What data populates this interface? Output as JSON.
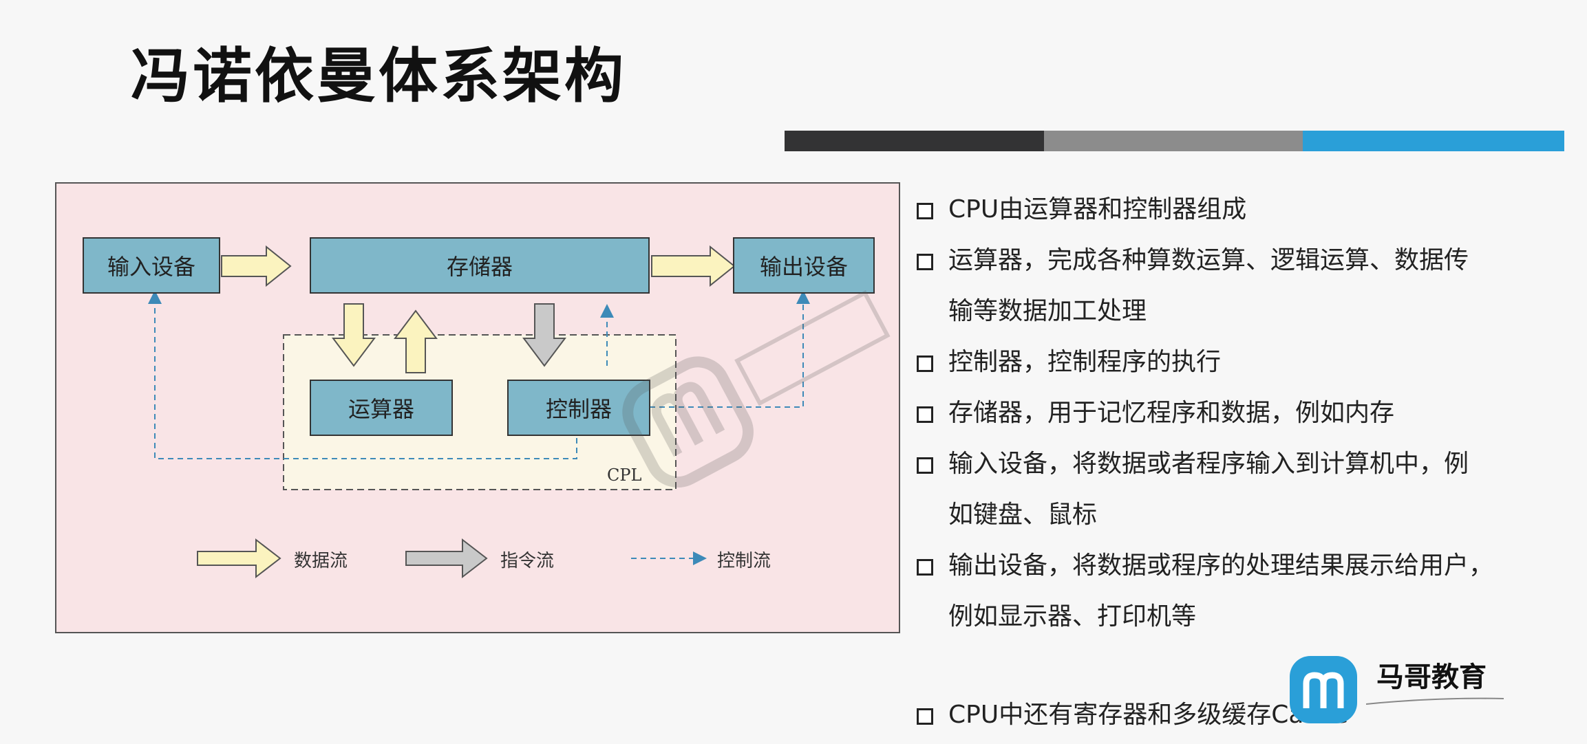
{
  "slide": {
    "title": "冯诺依曼体系架构"
  },
  "diagram": {
    "boxes": {
      "input": "输入设备",
      "memory": "存储器",
      "output": "输出设备",
      "alu": "运算器",
      "controller": "控制器"
    },
    "cpu_label": "CPL",
    "legend": {
      "data_flow": "数据流",
      "instruction_flow": "指令流",
      "control_flow": "控制流"
    },
    "colors": {
      "box_fill": "#7fb7c9",
      "data_arrow": "#fbf3bf",
      "instruction_arrow": "#c9c9c9",
      "control_arrow": "#3d8ab8",
      "background": "#f9e4e6"
    }
  },
  "bullets": [
    "CPU由运算器和控制器组成",
    "运算器，完成各种算数运算、逻辑运算、数据传",
    "输等数据加工处理",
    "控制器，控制程序的执行",
    "存储器，用于记忆程序和数据，例如内存",
    "输入设备，将数据或者程序输入到计算机中，例",
    "如键盘、鼠标",
    "输出设备，将数据或程序的处理结果展示给用户，",
    "例如显示器、打印机等"
  ],
  "last_bullet": "CPU中还有寄存器和多级缓存Cache",
  "brand": {
    "name": "马哥教育",
    "logo_icon": "m-logo-icon",
    "accent": "#2a9fd8"
  }
}
